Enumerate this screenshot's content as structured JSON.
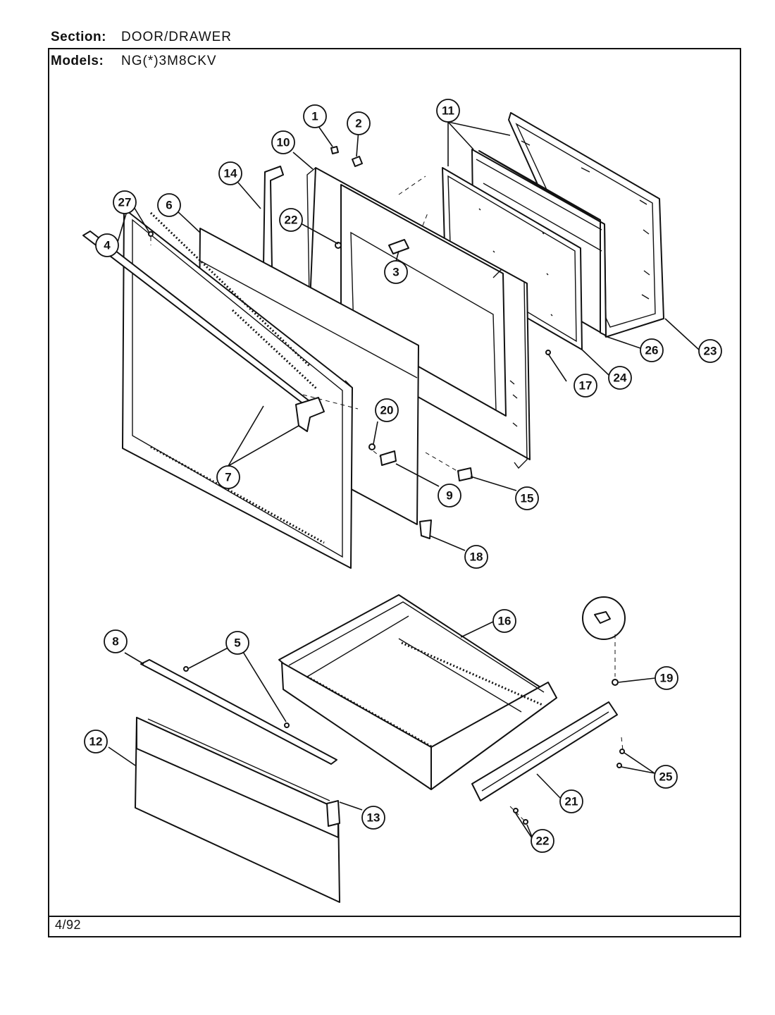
{
  "header": {
    "section_label": "Section:",
    "section_value": "DOOR/DRAWER",
    "models_label": "Models:",
    "models_value": "NG(*)3M8CKV"
  },
  "footer": {
    "date_code": "4/92"
  },
  "callouts": {
    "c1": "1",
    "c2": "2",
    "c3": "3",
    "c4": "4",
    "c5": "5",
    "c6": "6",
    "c7": "7",
    "c8": "8",
    "c9": "9",
    "c10": "10",
    "c11": "11",
    "c12": "12",
    "c13": "13",
    "c14": "14",
    "c15": "15",
    "c16": "16",
    "c17": "17",
    "c18": "18",
    "c19": "19",
    "c20": "20",
    "c21": "21",
    "c22a": "22",
    "c22b": "22",
    "c23": "23",
    "c24": "24",
    "c25": "25",
    "c26": "26",
    "c27": "27"
  }
}
